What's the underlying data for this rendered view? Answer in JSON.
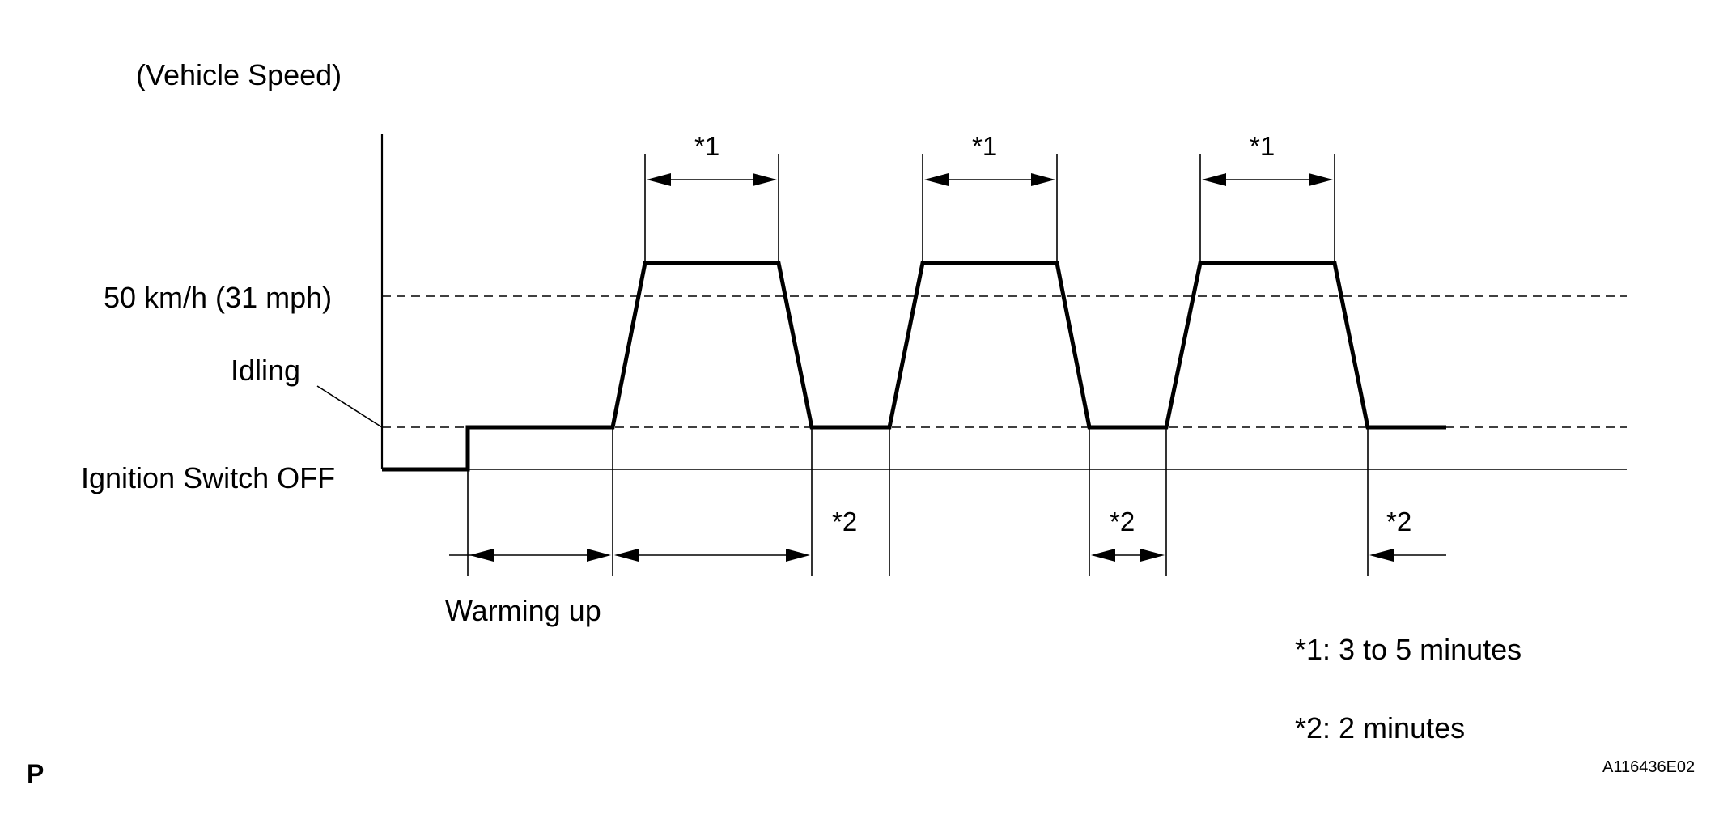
{
  "diagram": {
    "y_axis_label": "(Vehicle Speed)",
    "levels": {
      "speed": "50 km/h (31 mph)",
      "idling": "Idling",
      "ignition_off": "Ignition Switch OFF"
    },
    "markers": {
      "star1": "*1",
      "star2": "*2"
    },
    "warming_up_label": "Warming up",
    "legend": [
      {
        "key": "*1",
        "text": "*1: 3 to 5 minutes"
      },
      {
        "key": "*2",
        "text": "*2: 2 minutes"
      }
    ],
    "corner_mark": "P",
    "figure_code": "A116436E02",
    "drive_cycles": 3
  }
}
